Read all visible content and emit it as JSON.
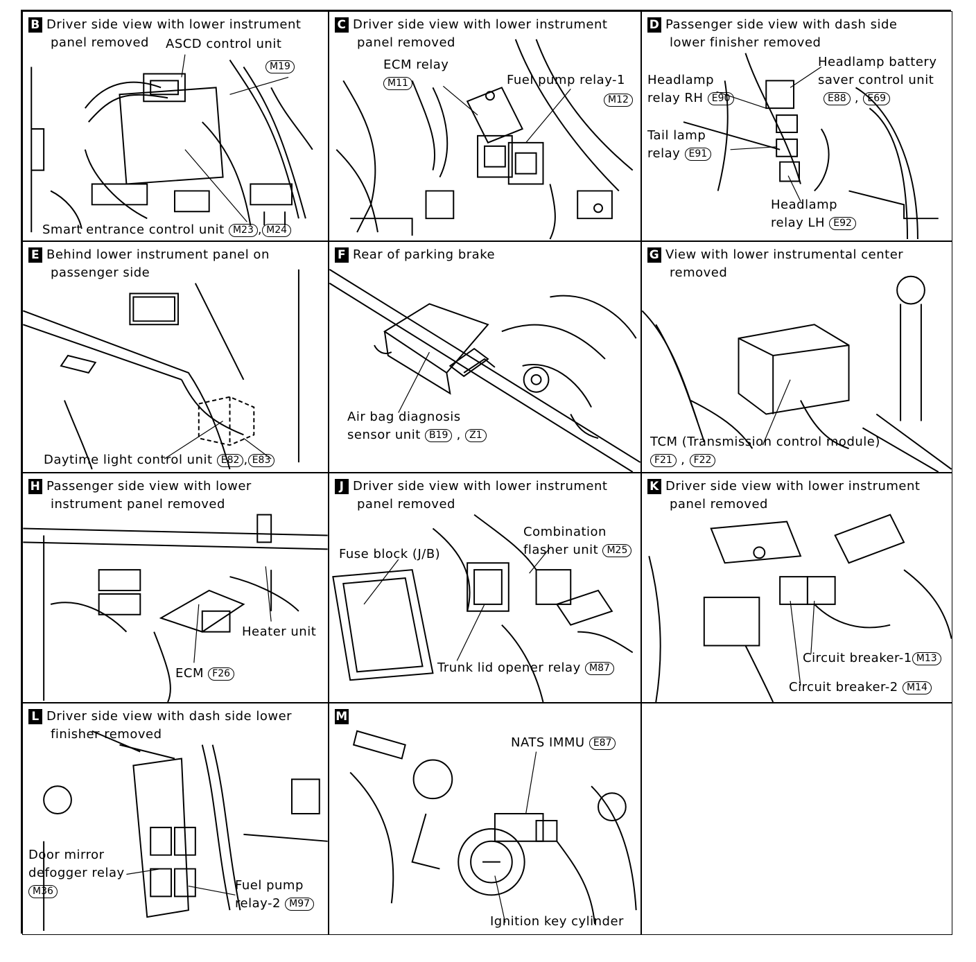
{
  "panels": {
    "B": {
      "letter": "B",
      "title1": "Driver side view with lower instrument",
      "title2": "panel removed",
      "l_ascd": "ASCD control unit",
      "c_m19": "M19",
      "l_smart": "Smart entrance control unit",
      "c_m23": "M23",
      "sep": ",",
      "c_m24": "M24"
    },
    "C": {
      "letter": "C",
      "title1": "Driver side view with lower instrument",
      "title2": "panel removed",
      "l_ecm": "ECM relay",
      "c_m11": "M11",
      "l_fuel": "Fuel pump relay-1",
      "c_m12": "M12"
    },
    "D": {
      "letter": "D",
      "title1": "Passenger side view with dash side",
      "title2": "lower finisher removed",
      "l_hrh1": "Headlamp",
      "l_hrh2": "relay RH",
      "c_e90": "E90",
      "l_hbs1": "Headlamp battery",
      "l_hbs2": "saver control unit",
      "c_e88": "E88",
      "sep": ",",
      "c_e69": "E69",
      "l_tail1": "Tail lamp",
      "l_tail2": "relay",
      "c_e91": "E91",
      "l_hlh1": "Headlamp",
      "l_hlh2": "relay LH",
      "c_e92": "E92"
    },
    "E": {
      "letter": "E",
      "title1": "Behind lower instrument panel on",
      "title2": "passenger side",
      "l_day": "Daytime light control unit",
      "c_e82": "E82",
      "sep": ",",
      "c_e83": "E83"
    },
    "F": {
      "letter": "F",
      "title1": "Rear of parking brake",
      "l_air1": "Air bag diagnosis",
      "l_air2": "sensor unit",
      "c_b19": "B19",
      "sep": ",",
      "c_z1": "Z1"
    },
    "G": {
      "letter": "G",
      "title1": "View with lower instrumental center",
      "title2": "removed",
      "l_tcm": "TCM (Transmission control module)",
      "c_f21": "F21",
      "sep": ",",
      "c_f22": "F22"
    },
    "H": {
      "letter": "H",
      "title1": "Passenger side view with lower",
      "title2": "instrument panel removed",
      "l_heater": "Heater unit",
      "l_ecm": "ECM",
      "c_f26": "F26"
    },
    "J": {
      "letter": "J",
      "title1": "Driver side view with lower instrument",
      "title2": "panel removed",
      "l_comb1": "Combination",
      "l_comb2": "flasher unit",
      "c_m25": "M25",
      "l_fuse": "Fuse block (J/B)",
      "l_trunk": "Trunk lid opener relay",
      "c_m87": "M87"
    },
    "K": {
      "letter": "K",
      "title1": "Driver side view with lower instrument",
      "title2": "panel removed",
      "l_cb1": "Circuit breaker-1",
      "c_m13": "M13",
      "l_cb2": "Circuit breaker-2",
      "c_m14": "M14"
    },
    "L": {
      "letter": "L",
      "title1": "Driver side view with dash side lower",
      "title2": "finisher removed",
      "l_door1": "Door mirror",
      "l_door2": "defogger relay",
      "c_m36": "M36",
      "l_fp1": "Fuel pump",
      "l_fp2": "relay-2",
      "c_m97": "M97"
    },
    "M": {
      "letter": "M",
      "l_nats": "NATS IMMU",
      "c_e87": "E87",
      "l_ign": "Ignition key cylinder"
    }
  }
}
